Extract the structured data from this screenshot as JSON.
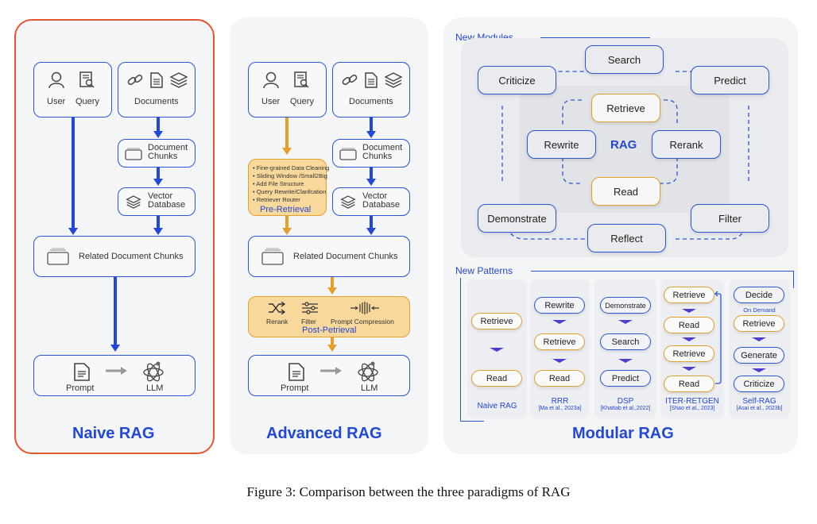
{
  "caption": "Figure 3: Comparison between the three paradigms of RAG",
  "colors": {
    "accent_blue": "#2347d6",
    "accent_orange": "#e4a02c",
    "highlight_red": "#e4572e",
    "panel_bg": "#f4f5f7"
  },
  "naive": {
    "title": "Naive RAG",
    "user": "User",
    "query": "Query",
    "documents": "Documents",
    "chunks_l1": "Document",
    "chunks_l2": "Chunks",
    "vector_l1": "Vector",
    "vector_l2": "Database",
    "related": "Related Document Chunks",
    "prompt": "Prompt",
    "llm": "LLM"
  },
  "advanced": {
    "title": "Advanced RAG",
    "user": "User",
    "query": "Query",
    "documents": "Documents",
    "chunks_l1": "Document",
    "chunks_l2": "Chunks",
    "vector_l1": "Vector",
    "vector_l2": "Database",
    "pre_retrieval": {
      "title": "Pre-Retrieval",
      "items": [
        "Fine-grained Data Cleaning",
        "Sliding Window /Small2Big",
        "Add File Structure",
        "Query Rewrite/Clarifcation",
        "Retriever Router"
      ]
    },
    "related": "Related Document Chunks",
    "post_retrieval": {
      "title": "Post-Petrieval",
      "items": [
        "Rerank",
        "Filter",
        "Prompt Compression"
      ]
    },
    "prompt": "Prompt",
    "llm": "LLM"
  },
  "modular": {
    "title": "Modular RAG",
    "new_modules": {
      "label": "New Modules",
      "center": "RAG",
      "outer": [
        "Search",
        "Criticize",
        "Predict",
        "Demonstrate",
        "Reflect",
        "Filter"
      ],
      "inner": [
        "Retrieve",
        "Rewrite",
        "Rerank",
        "Read"
      ]
    },
    "new_patterns": {
      "label": "New Patterns",
      "columns": [
        {
          "name": "Naive RAG",
          "cite": "",
          "steps": [
            "Retrieve",
            "Read"
          ]
        },
        {
          "name": "RRR",
          "cite": "[Ma et al., 2023a]",
          "steps": [
            "Rewrite",
            "Retrieve",
            "Read"
          ]
        },
        {
          "name": "DSP",
          "cite": "[Khattab et al.,2022]",
          "steps": [
            "Demonstrate",
            "Search",
            "Predict"
          ]
        },
        {
          "name": "ITER-RETGEN",
          "cite": "[Shao et al., 2023]",
          "steps": [
            "Retrieve",
            "Read",
            "Retrieve",
            "Read"
          ]
        },
        {
          "name": "Self-RAG",
          "cite": "[Asai et al., 2023b]",
          "steps": [
            "Decide",
            "Retrieve",
            "Generate",
            "Criticize"
          ],
          "note": "On Demand"
        }
      ]
    }
  }
}
